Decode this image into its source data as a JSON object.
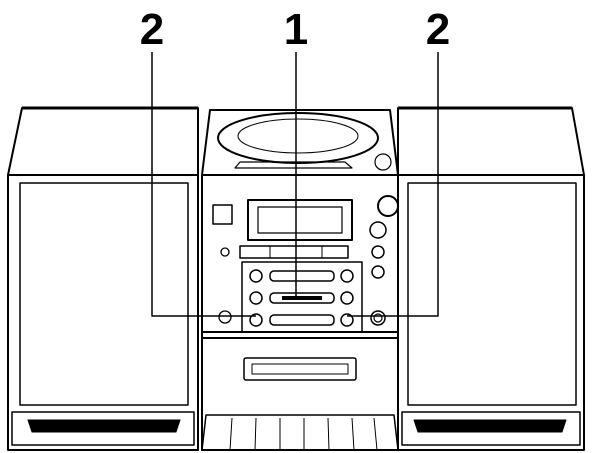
{
  "callouts": {
    "left": "2",
    "center": "1",
    "right": "2"
  },
  "colors": {
    "line": "#000000",
    "background": "#ffffff",
    "fill": "#ffffff"
  }
}
